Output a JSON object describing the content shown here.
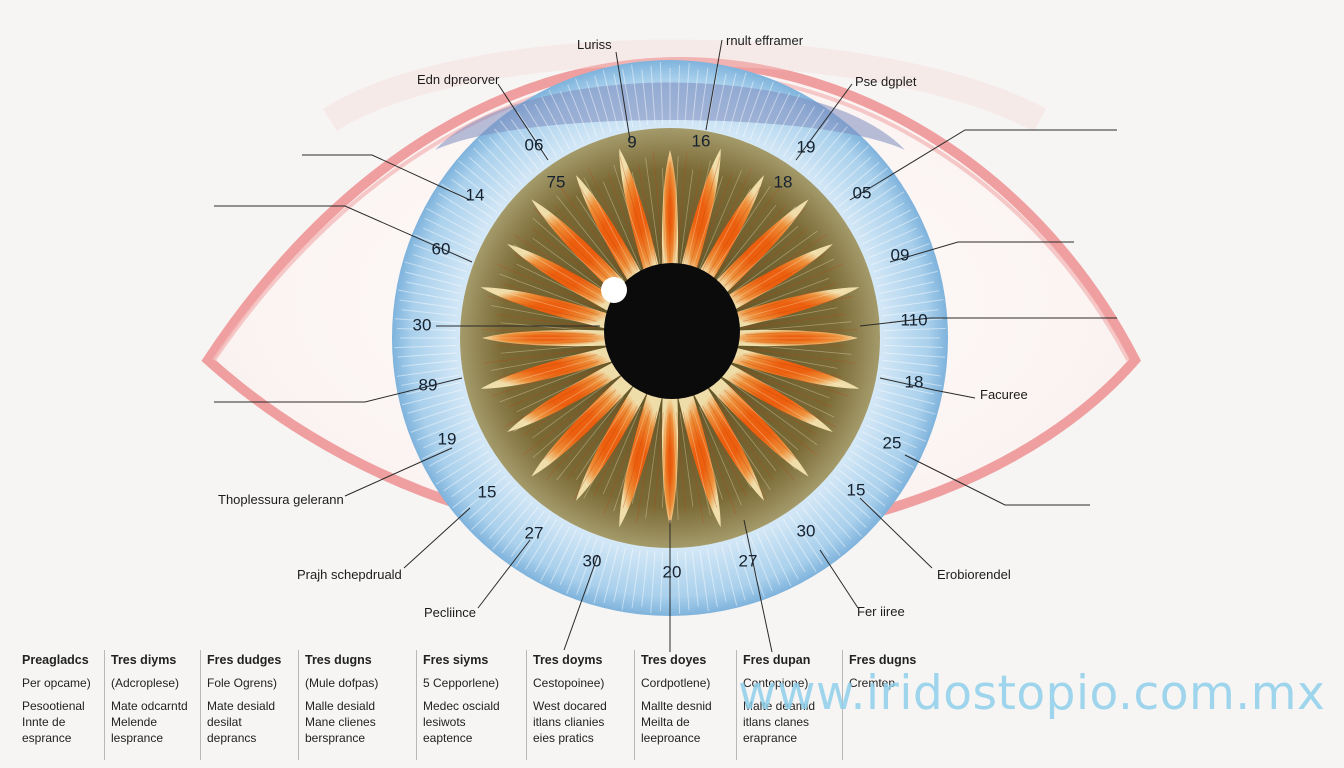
{
  "callouts_top": [
    {
      "text": "Luriss"
    },
    {
      "text": "rnult efframer"
    },
    {
      "text": "Edn dpreorver"
    },
    {
      "text": "Pse dgplet"
    }
  ],
  "callouts_side": [
    {
      "text": "Facuree"
    },
    {
      "text": "Thoplessura gelerann"
    },
    {
      "text": "Prajh schepdruald"
    },
    {
      "text": "Erobiorendel"
    },
    {
      "text": "Pecliince"
    },
    {
      "text": "Fer iiree"
    }
  ],
  "ring_numbers": [
    "06",
    "9",
    "16",
    "19",
    "75",
    "18",
    "14",
    "05",
    "60",
    "09",
    "30",
    "110",
    "89",
    "18",
    "19",
    "25",
    "15",
    "15",
    "27",
    "30",
    "30",
    "20",
    "27"
  ],
  "legend": {
    "columns": [
      {
        "header": "Preagladcs",
        "sub": "Per opcame)",
        "desc": "Pesootienal\nInnte de\nesprance"
      },
      {
        "header": "Tres diyms",
        "sub": "(Adcroplese)",
        "desc": "Mate odcarntd\nMelende\nlesprance"
      },
      {
        "header": "Fres dudges",
        "sub": "Fole Ogrens)",
        "desc": "Mate desiald\ndesilat\ndeprancs"
      },
      {
        "header": "Tres dugns",
        "sub": "(Mule dofpas)",
        "desc": "Malle desiald\nMane clienes\nbersprance"
      },
      {
        "header": "Fres siyms",
        "sub": "5 Cepporlene)",
        "desc": "Medec osciald\nlesiwots\neaptence"
      },
      {
        "header": "Tres doyms",
        "sub": "Cestopoinee)",
        "desc": "West docared\nitlans clianies\neies pratics"
      },
      {
        "header": "Tres doyes",
        "sub": "Cordpotlene)",
        "desc": "Mallte desnid\nMeilta de\nleeproance"
      },
      {
        "header": "Fres dupan",
        "sub": "Contopione)",
        "desc": "Malte deamid\nitlans clanes\neraprance"
      },
      {
        "header": "Fres dugns",
        "sub": "Cremtep",
        "desc": ""
      }
    ]
  },
  "watermark": "www.iridostopio.com.mx",
  "colors": {
    "sclera_outline": "#ec8888",
    "limbus_blue": "#a9d0ec",
    "iris_orange": "#f07a1e",
    "iris_yellow": "#f4cc62",
    "collarette_brown": "#6d5426",
    "pupil": "#0b0b0b",
    "watermark": "#8fd0ec"
  }
}
